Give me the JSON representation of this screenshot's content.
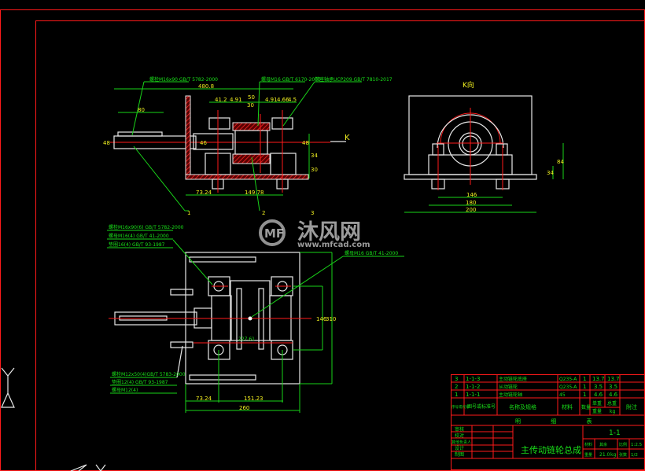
{
  "drawing": {
    "top_view_dims": [
      "480.8",
      "80",
      "41.2",
      "4.91",
      "50",
      "30",
      "4.91",
      "4.66",
      "4.5",
      "48",
      "46",
      "48",
      "34",
      "30",
      "73.24",
      "149.78"
    ],
    "top_view_notes": [
      "螺栓M16x90 GB/T 5782-2000",
      "螺母M16 GB/T 6170-2000",
      "带座轴承UCP209 GB/T 7810-2017"
    ],
    "k_view": {
      "title": "K向",
      "dims": [
        "146",
        "180",
        "200",
        "84",
        "34"
      ],
      "arrow_label": "K"
    },
    "plan_view_dims": [
      "73.24",
      "151.23",
      "260",
      "146",
      "310",
      "227.61"
    ],
    "plan_view_notes_left_top": [
      "螺栓M16x90(6) GB/T 5782-2000",
      "螺母M16(4) GB/T 41-2000",
      "垫圈16(4) GB/T 93-1987"
    ],
    "plan_view_notes_left_bottom": [
      "螺栓M12x50(4)GB/T 5783-2000",
      "垫圈12(4) GB/T 93-1987",
      "螺母M12(4)"
    ],
    "plan_view_notes_right": [
      "螺母M16 GB/T 41-2000"
    ],
    "balloons": [
      "1",
      "2",
      "3"
    ]
  },
  "watermark": {
    "brand": "沐风网",
    "url": "www.mfcad.com"
  },
  "title_block": {
    "parts": [
      {
        "no": "3",
        "code": "1-1-3",
        "name": "主动链轮底座",
        "material": "Q235-A",
        "qty": "1",
        "unit": "13.7",
        "total": "13.7"
      },
      {
        "no": "2",
        "code": "1-1-2",
        "name": "从动链轮",
        "material": "Q235-A",
        "qty": "1",
        "unit": "3.5",
        "total": "3.5"
      },
      {
        "no": "1",
        "code": "1-1-1",
        "name": "主动链轮轴",
        "material": "45",
        "qty": "1",
        "unit": "4.6",
        "total": "4.6"
      }
    ],
    "header": {
      "no": "序号或代号",
      "code": "图号或标准号",
      "name": "名称及规格",
      "material": "材料",
      "qty": "数量",
      "unit": "单重",
      "total": "总重",
      "weight": "重量",
      "kg": "kg",
      "remark": "附注"
    },
    "list_title": "明 细 表",
    "roles": [
      "审核",
      "校对",
      "其他负责人",
      "设计",
      "制图"
    ],
    "drawing_title": "主传动链轮总成",
    "drawing_no": "1-1",
    "material_label": "材料",
    "material_value": "其余",
    "scale_label": "比例",
    "scale_value": "1:2.5",
    "weight_label": "重量",
    "weight_value": "21.0",
    "weight_unit": "kg",
    "sheet_label": "张数",
    "sheet_value": "1/2"
  }
}
